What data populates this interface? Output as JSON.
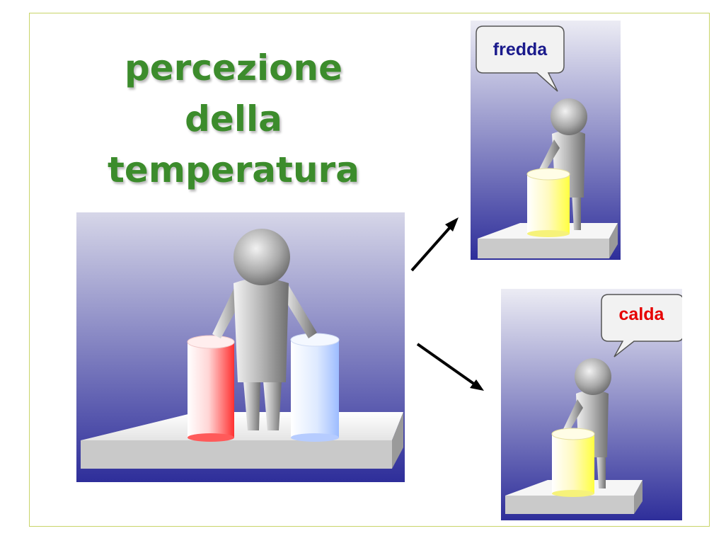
{
  "title": {
    "line1": "percezione",
    "line2": "della",
    "line3": "temperatura"
  },
  "bubbles": {
    "cold_label": "fredda",
    "warm_label": "calda"
  },
  "colors": {
    "title_green": "#3c8c2c",
    "cold_text": "#1a1a8c",
    "warm_text": "#e60000",
    "frame_border": "#c8d468"
  },
  "icons": {
    "arrow_up": "arrow-up-right-icon",
    "arrow_down": "arrow-down-right-icon"
  }
}
